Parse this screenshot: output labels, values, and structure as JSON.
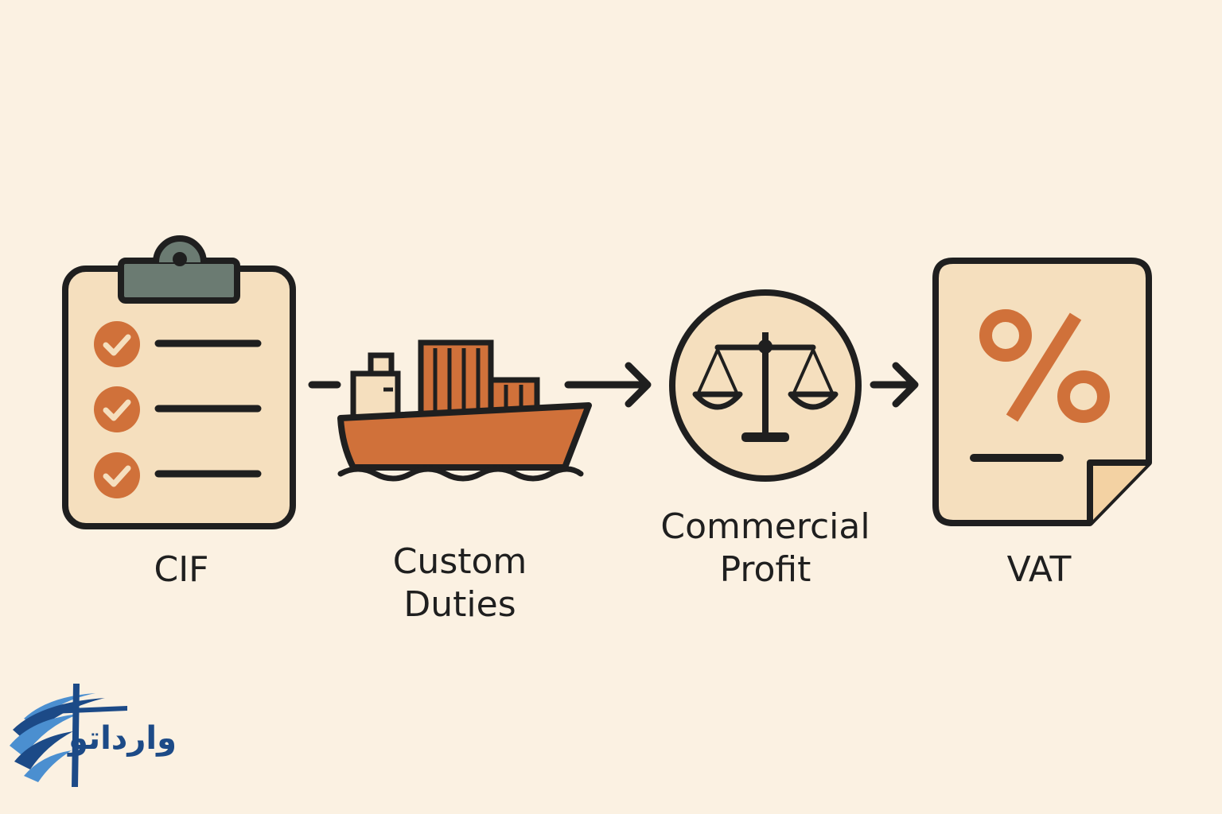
{
  "steps": [
    {
      "label_lines": [
        "CIF"
      ],
      "icon": "clipboard-checklist-icon"
    },
    {
      "label_lines": [
        "Custom",
        "Duties"
      ],
      "icon": "cargo-ship-icon"
    },
    {
      "label_lines": [
        "Commercial",
        "Profit"
      ],
      "icon": "balance-scale-icon"
    },
    {
      "label_lines": [
        "VAT"
      ],
      "icon": "percent-document-icon"
    }
  ],
  "brand": {
    "name": "وارداتو",
    "colors": {
      "dark_blue": "#1c4a87",
      "light_blue": "#4b8fd0"
    }
  },
  "colors": {
    "background": "#fbf1e2",
    "outline": "#1f1f1f",
    "accent_orange": "#d0713a",
    "panel_beige": "#f5dfbe",
    "clip_gray": "#6b7b72"
  }
}
